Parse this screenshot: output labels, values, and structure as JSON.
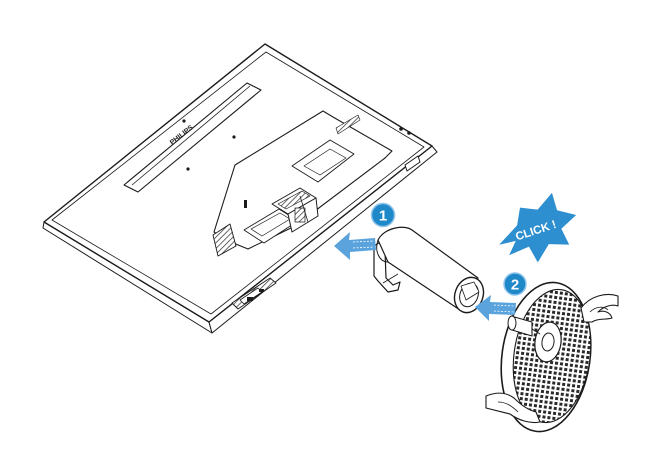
{
  "diagram": {
    "brand_logo": "PHILIPS",
    "steps": [
      {
        "number": "1"
      },
      {
        "number": "2"
      }
    ],
    "click_label": "CLICK !",
    "colors": {
      "accent_blue": "#1f88c9",
      "arrow_blue": "#5aa3dc",
      "line": "#1b1b1b",
      "hatch": "#2a2a2a"
    },
    "icons": [
      "step-1-badge-icon",
      "step-2-badge-icon",
      "click-burst-icon",
      "arrow-left-icon"
    ]
  }
}
